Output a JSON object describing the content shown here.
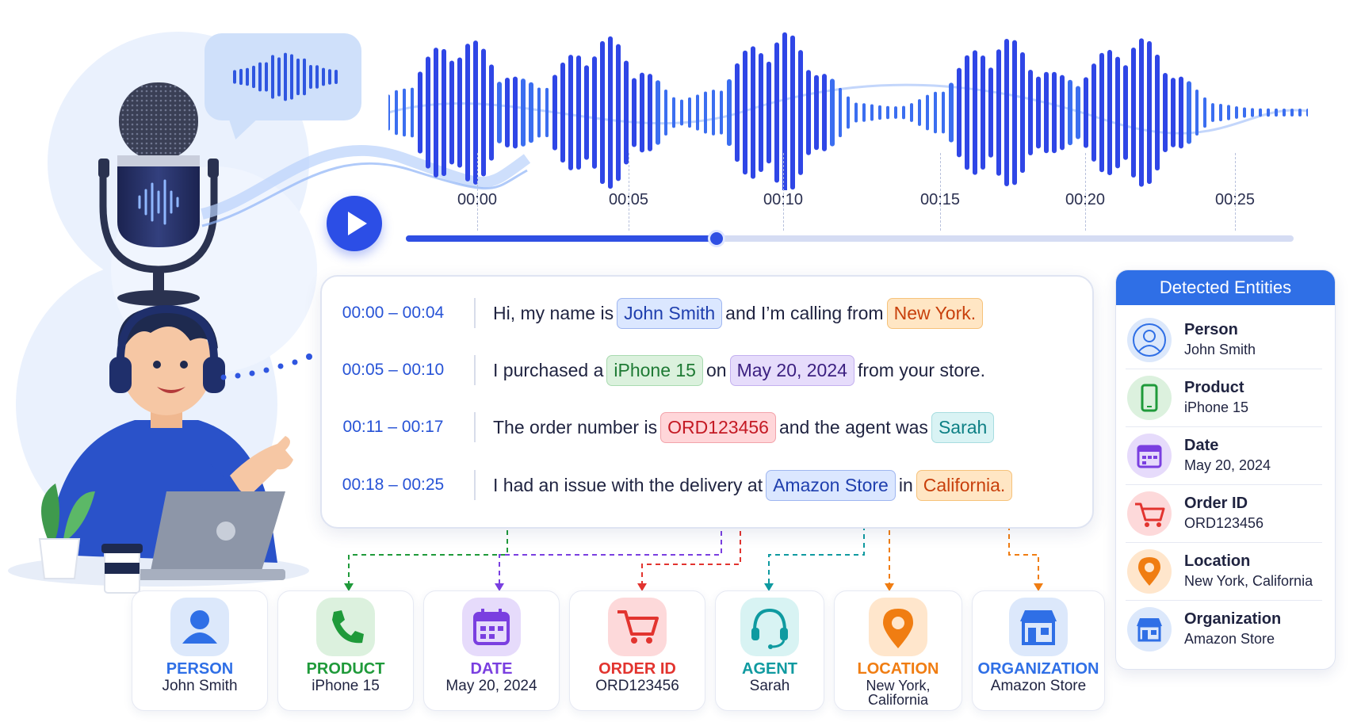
{
  "timeline": {
    "labels": [
      "00:00",
      "00:05",
      "00:10",
      "00:15",
      "00:20",
      "00:25"
    ],
    "progress": 0.35
  },
  "transcript": [
    {
      "time": "00:00 – 00:04",
      "parts": [
        {
          "text": "Hi, my name is"
        },
        {
          "text": "John Smith",
          "style": "blue"
        },
        {
          "text": "and I’m calling from"
        },
        {
          "text": "New York.",
          "style": "orange"
        }
      ]
    },
    {
      "time": "00:05 – 00:10",
      "parts": [
        {
          "text": "I purchased a"
        },
        {
          "text": "iPhone 15",
          "style": "green"
        },
        {
          "text": "on"
        },
        {
          "text": "May 20, 2024",
          "style": "purple"
        },
        {
          "text": "from your store."
        }
      ]
    },
    {
      "time": "00:11 – 00:17",
      "parts": [
        {
          "text": "The order number is"
        },
        {
          "text": "ORD123456",
          "style": "red"
        },
        {
          "text": "and the agent was"
        },
        {
          "text": "Sarah",
          "style": "teal"
        }
      ]
    },
    {
      "time": "00:18 – 00:25",
      "parts": [
        {
          "text": "I had an issue with the delivery at"
        },
        {
          "text": "Amazon Store",
          "style": "blue"
        },
        {
          "text": "in"
        },
        {
          "text": "California.",
          "style": "orange"
        }
      ]
    }
  ],
  "categories": [
    {
      "label": "PERSON",
      "value": "John Smith",
      "color": "#2f6fe6",
      "bg": "#dce8fb",
      "icon": "person-icon"
    },
    {
      "label": "PRODUCT",
      "value": "iPhone 15",
      "color": "#1f9a3a",
      "bg": "#dcf1de",
      "icon": "phone-icon"
    },
    {
      "label": "DATE",
      "value": "May 20, 2024",
      "color": "#7a3fe0",
      "bg": "#e6dbfb",
      "icon": "calendar-icon"
    },
    {
      "label": "ORDER ID",
      "value": "ORD123456",
      "color": "#e2342f",
      "bg": "#fdd9da",
      "icon": "cart-icon"
    },
    {
      "label": "AGENT",
      "value": "Sarah",
      "color": "#0f9aa0",
      "bg": "#d8f3f3",
      "icon": "headset-icon"
    },
    {
      "label": "LOCATION",
      "value": "New York,\nCalifornia",
      "color": "#f07d12",
      "bg": "#ffe6cc",
      "icon": "location-pin-icon"
    },
    {
      "label": "ORGANIZATION",
      "value": "Amazon Store",
      "color": "#2f6fe6",
      "bg": "#dce8fb",
      "icon": "store-icon"
    }
  ],
  "panel": {
    "title": "Detected Entities",
    "entities": [
      {
        "name": "Person",
        "value": "John Smith",
        "bg": "#dce8fb",
        "icon": "person-icon"
      },
      {
        "name": "Product",
        "value": "iPhone 15",
        "bg": "#dcf1de",
        "icon": "phone-icon"
      },
      {
        "name": "Date",
        "value": "May 20, 2024",
        "bg": "#e6dbfb",
        "icon": "calendar-icon"
      },
      {
        "name": "Order ID",
        "value": "ORD123456",
        "bg": "#fdd9da",
        "icon": "cart-icon"
      },
      {
        "name": "Location",
        "value": "New York, California",
        "bg": "#ffe6cc",
        "icon": "location-pin-icon"
      },
      {
        "name": "Organization",
        "value": "Amazon Store",
        "bg": "#dce8fb",
        "icon": "store-icon"
      }
    ]
  },
  "colors": {
    "accent": "#2f4fe3",
    "panel_header": "#2f6fe6"
  }
}
